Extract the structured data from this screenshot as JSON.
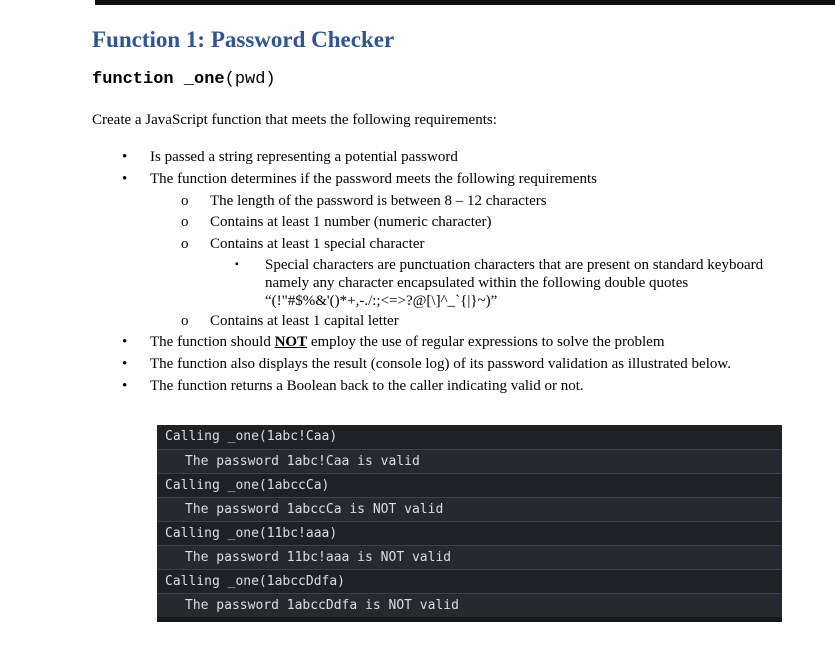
{
  "colors": {
    "heading-blue": "#2E5596",
    "rule-black": "#101010",
    "console-call-bg": "#1E2125",
    "console-result-bg": "#26292F",
    "console-sep": "#3D424A",
    "console-bottom": "#17191D",
    "console-text": "#DCDFE4"
  },
  "heading": {
    "title": "Function 1: Password Checker"
  },
  "signature": {
    "bold": "function _one",
    "rest": "(pwd)"
  },
  "intro": {
    "text": "Create a JavaScript function that meets the following requirements:"
  },
  "list": {
    "markers": {
      "l1": "•",
      "l2": "o",
      "l3": "▪"
    },
    "item1": "Is passed a string representing a potential password",
    "item2": "The function determines if the password meets the following requirements",
    "item2_sub1": "The length of the password is between 8 – 12 characters",
    "item2_sub2": "Contains at least 1 number (numeric character)",
    "item2_sub3": "Contains at least 1 special character",
    "note_line1": "Special characters are punctuation characters that are present on standard keyboard",
    "note_line2": "namely any character encapsulated within the following double quotes",
    "note_line3": "“(!\"#$%&'()*+,-./:;<=>?@[\\]^_`{|}~)”",
    "item2_sub4": "Contains at least 1 capital letter",
    "item3_prefix": "The function should ",
    "item3_emphasis": "NOT",
    "item3_suffix": " employ the use of regular expressions to solve the problem",
    "item4": "The function also displays the result (console log) of its password validation as illustrated below.",
    "item5": "The function returns a Boolean back to the caller indicating valid or not."
  },
  "console": {
    "rows": [
      {
        "kind": "call",
        "text": "Calling _one(1abc!Caa)"
      },
      {
        "kind": "result",
        "text": "The password 1abc!Caa is valid"
      },
      {
        "kind": "call",
        "text": "Calling _one(1abccCa)"
      },
      {
        "kind": "result",
        "text": "The password 1abccCa is NOT valid"
      },
      {
        "kind": "call",
        "text": "Calling _one(11bc!aaa)"
      },
      {
        "kind": "result",
        "text": "The password 11bc!aaa is NOT valid"
      },
      {
        "kind": "call",
        "text": "Calling _one(1abccDdfa)"
      },
      {
        "kind": "result",
        "text": "The password 1abccDdfa is NOT valid"
      }
    ]
  }
}
